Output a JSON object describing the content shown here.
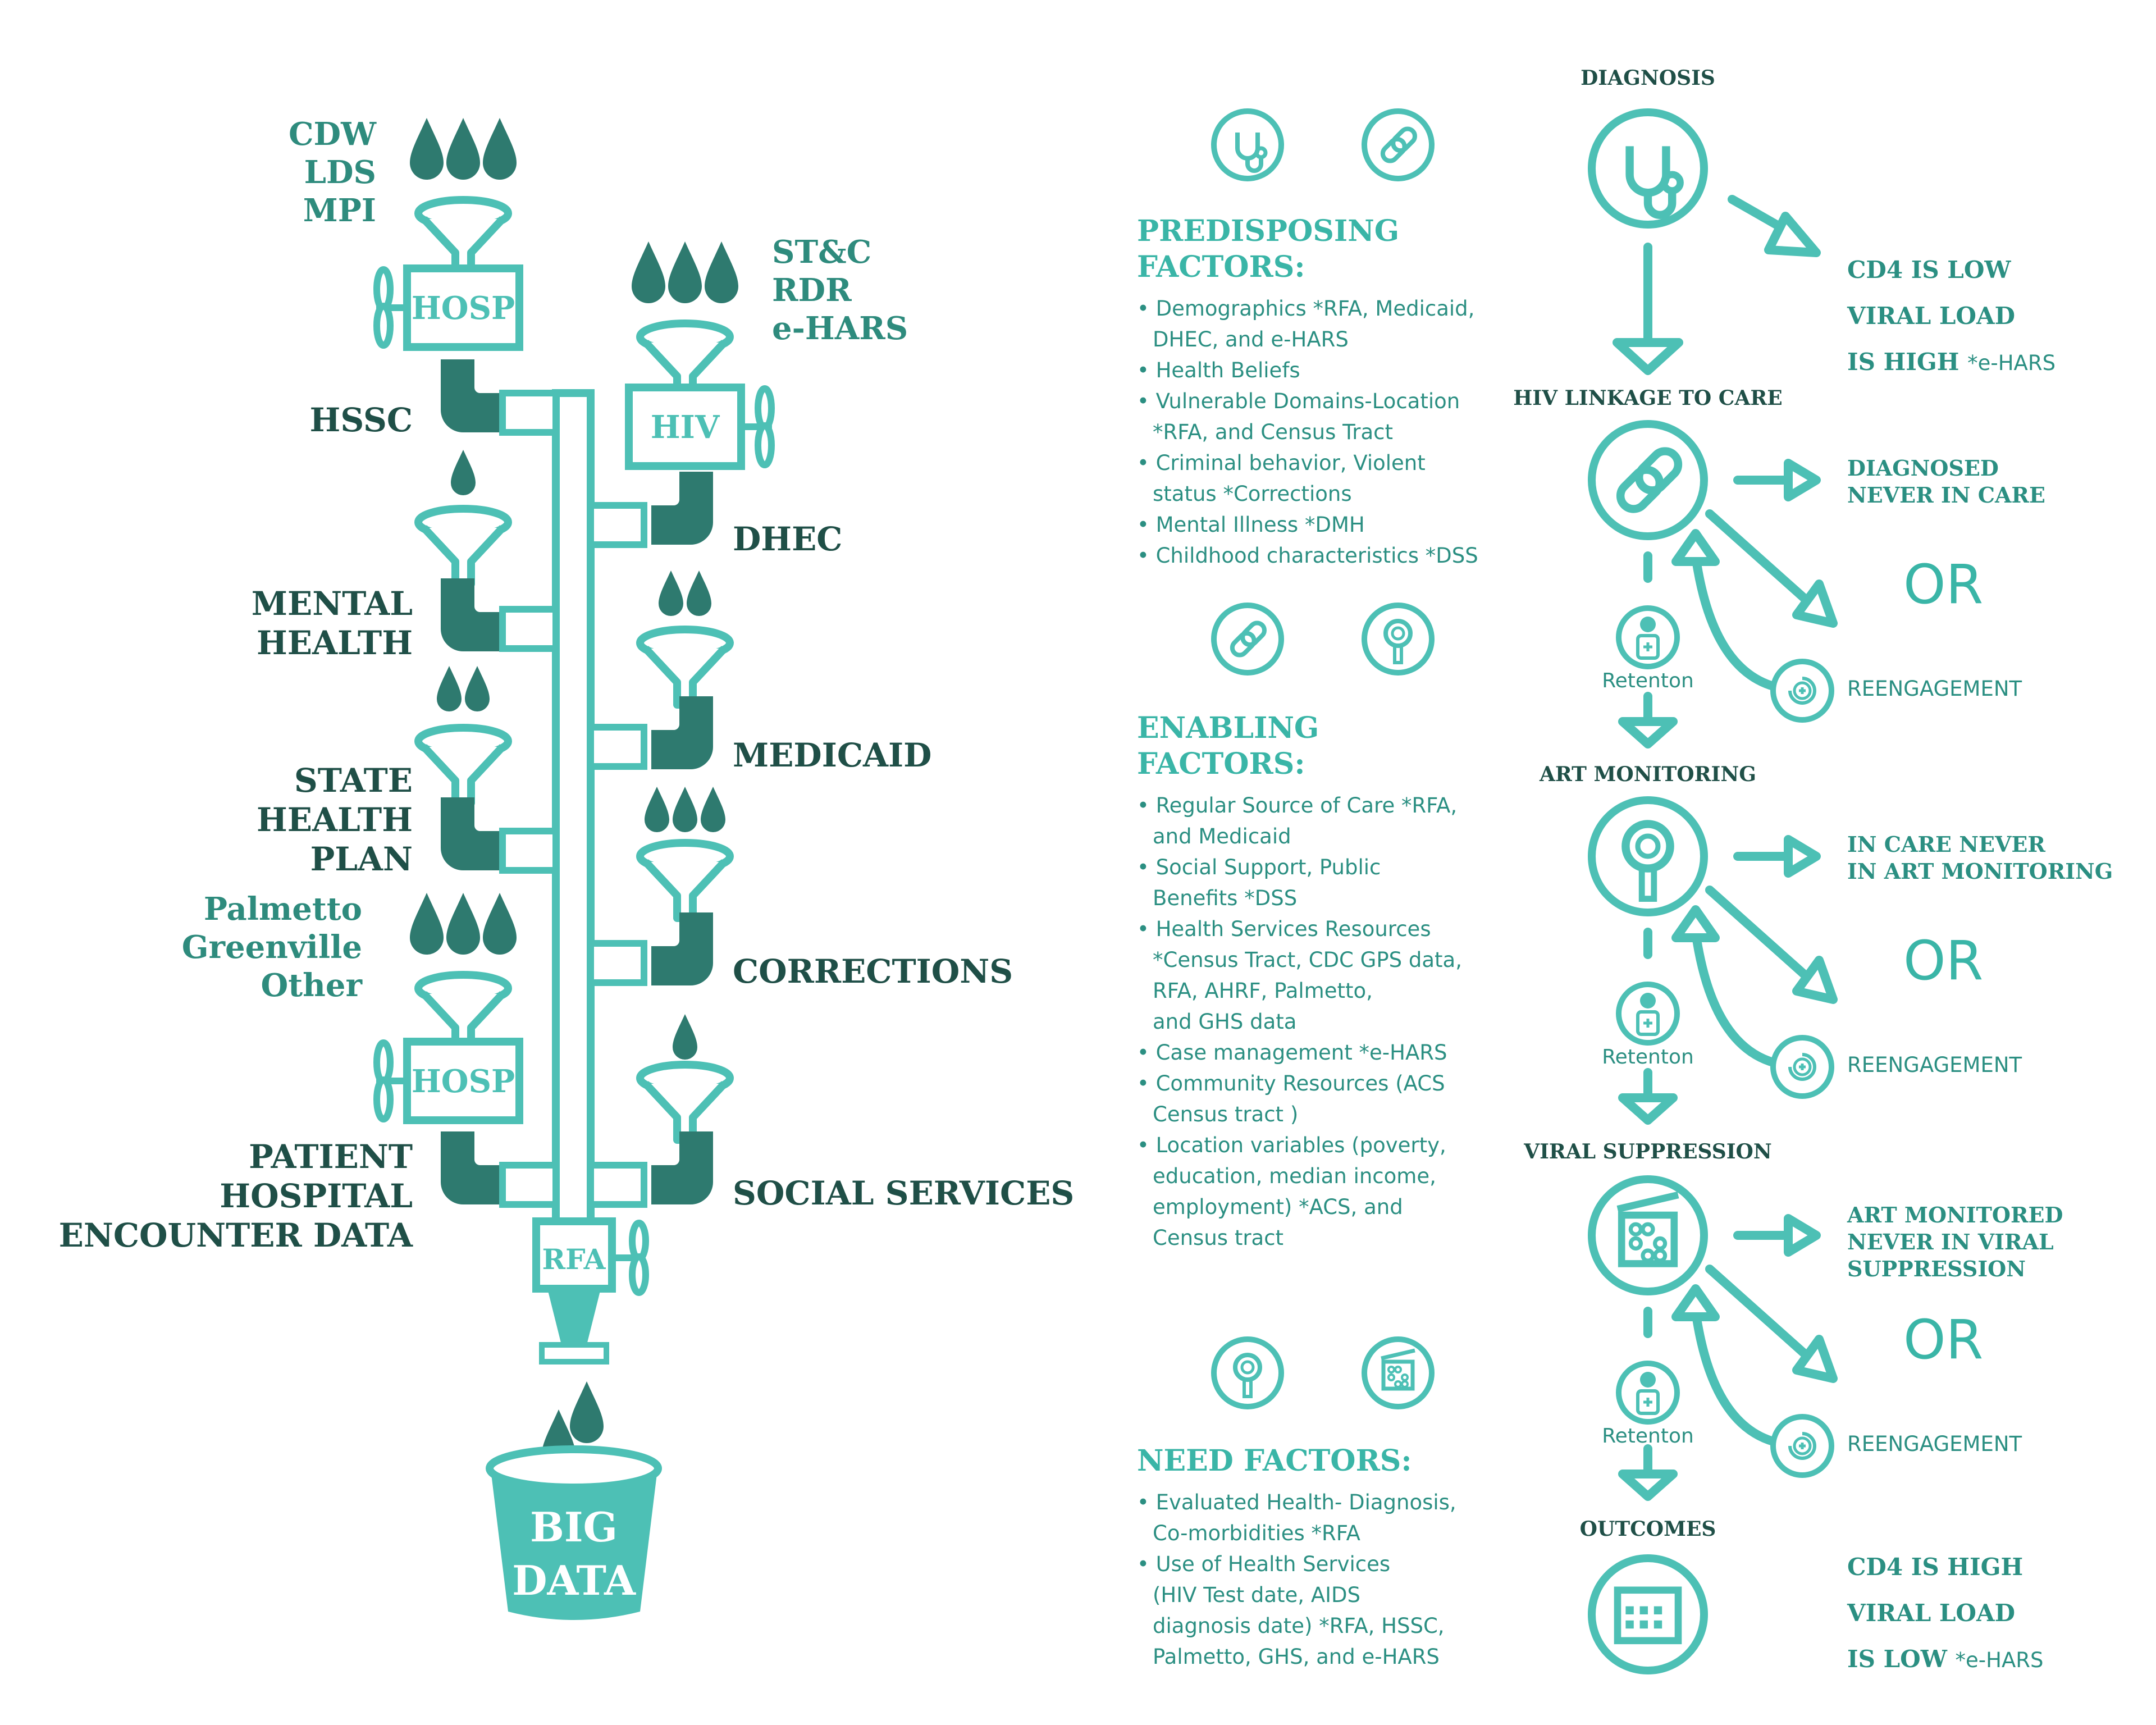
{
  "funnel": {
    "left_sources": [
      {
        "lines": [
          "CDW",
          "LDS",
          "MPI"
        ]
      },
      {
        "lines": [
          "Palmetto",
          "Greenville",
          "Other"
        ]
      }
    ],
    "right_sources": [
      {
        "lines": [
          "ST&C",
          "RDR",
          "e-HARS"
        ]
      }
    ],
    "machines": {
      "hosp_top": "HOSP",
      "hosp_bottom": "HOSP",
      "hiv": "HIV",
      "rfa": "RFA"
    },
    "left_labels": {
      "hssc": "HSSC",
      "mental_health": [
        "MENTAL",
        "HEALTH"
      ],
      "state_health_plan": [
        "STATE",
        "HEALTH",
        "PLAN"
      ],
      "patient_hospital": [
        "PATIENT HOSPITAL",
        "ENCOUNTER DATA"
      ]
    },
    "right_labels": {
      "dhec": "DHEC",
      "medicaid": "MEDICAID",
      "corrections": "CORRECTIONS",
      "social_services": "SOCIAL SERVICES"
    },
    "bucket": [
      "BIG",
      "DATA"
    ]
  },
  "factors": [
    {
      "heading": [
        "PREDISPOSING FACTORS:"
      ],
      "icons": [
        "stethoscope-icon",
        "link-icon"
      ],
      "items": [
        "Demographics *RFA, Medicaid,\nDHEC, and e-HARS",
        "Health Beliefs",
        "Vulnerable Domains-Location\n*RFA, and Census Tract",
        "Criminal behavior, Violent\nstatus *Corrections",
        "Mental Illness *DMH",
        "Childhood characteristics *DSS"
      ]
    },
    {
      "heading": [
        "ENABLING",
        "FACTORS:"
      ],
      "icons": [
        "link-icon",
        "magnifier-icon"
      ],
      "items": [
        "Regular Source of Care *RFA,\nand Medicaid",
        "Social Support, Public\nBenefits *DSS",
        "Health Services Resources\n*Census Tract, CDC GPS data,\nRFA, AHRF, Palmetto,\nand GHS data",
        "Case management *e-HARS",
        "Community Resources (ACS\nCensus tract )",
        "Location variables (poverty,\neducation, median income,\nemployment) *ACS, and\nCensus tract"
      ]
    },
    {
      "heading": [
        "NEED FACTORS:"
      ],
      "icons": [
        "magnifier-icon",
        "abacus-icon"
      ],
      "items": [
        "Evaluated Health- Diagnosis,\nCo-morbidities *RFA",
        "Use of Health Services\n(HIV Test date, AIDS\ndiagnosis  date) *RFA, HSSC,\nPalmetto, GHS, and e-HARS"
      ]
    }
  ],
  "cascade": {
    "stages": [
      "DIAGNOSIS",
      "HIV LINKAGE TO CARE",
      "ART MONITORING",
      "VIRAL SUPPRESSION",
      "OUTCOMES"
    ],
    "diagnosis_outcome": {
      "lines": [
        "CD4 IS LOW",
        "VIRAL LOAD",
        "IS HIGH"
      ],
      "note": "*e-HARS"
    },
    "branches": [
      {
        "lines": [
          "DIAGNOSED",
          "NEVER IN CARE"
        ],
        "or": "OR",
        "reengagement": "REENGAGEMENT",
        "retention": "Retenton"
      },
      {
        "lines": [
          "IN CARE NEVER",
          "IN ART MONITORING"
        ],
        "or": "OR",
        "reengagement": "REENGAGEMENT",
        "retention": "Retenton"
      },
      {
        "lines": [
          "ART MONITORED",
          "NEVER IN VIRAL",
          "SUPPRESSION"
        ],
        "or": "OR",
        "reengagement": "REENGAGEMENT",
        "retention": "Retenton"
      }
    ],
    "final_outcome": {
      "lines": [
        "CD4 IS HIGH",
        "VIRAL LOAD",
        "IS LOW"
      ],
      "note": "*e-HARS"
    }
  },
  "colors": {
    "teal": "#4dc0b5",
    "dark_teal": "#2e7a6f",
    "text_dark": "#1f4f47",
    "text_teal": "#2b8f82"
  }
}
